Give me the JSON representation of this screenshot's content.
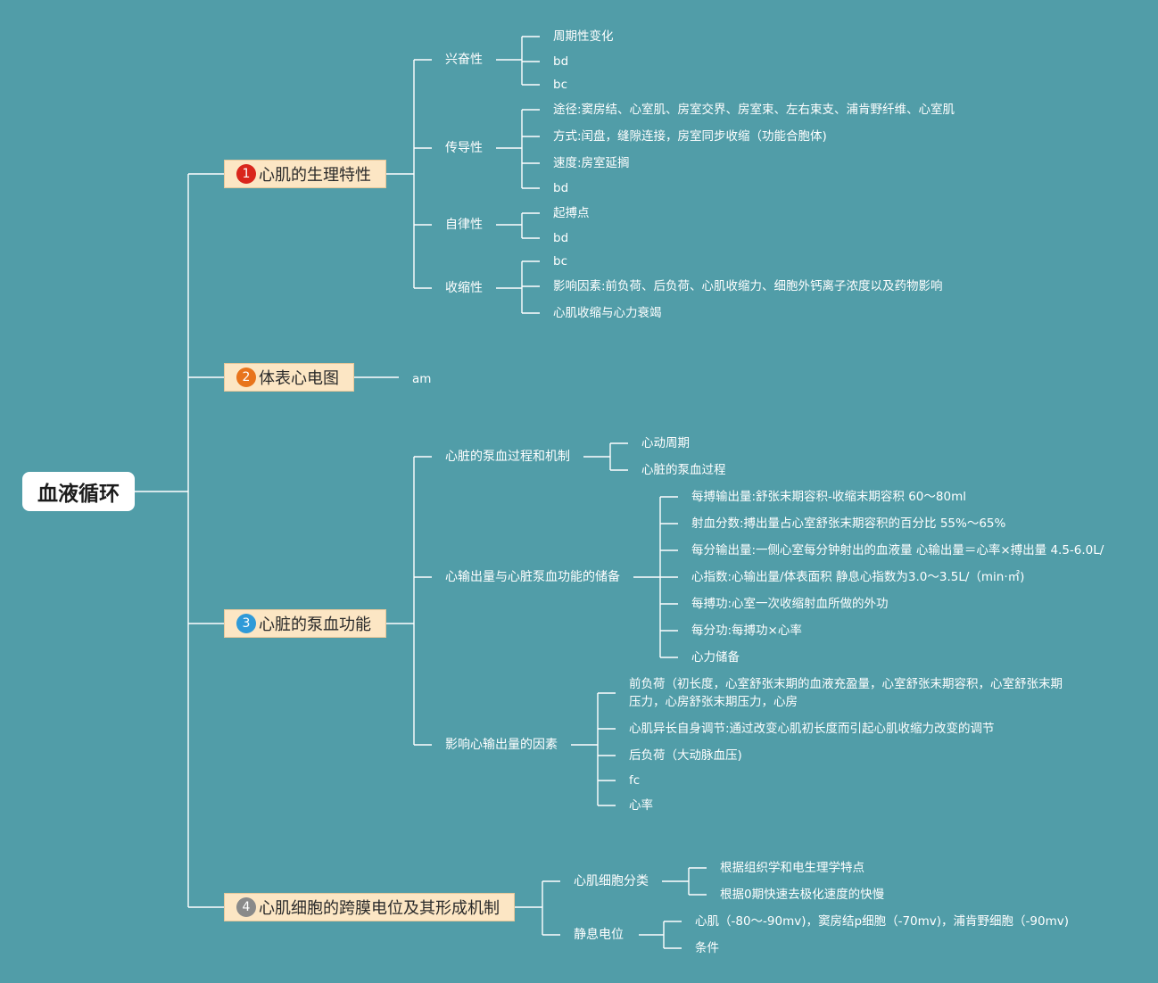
{
  "root": {
    "label": "血液循环"
  },
  "branches": [
    {
      "number": "1",
      "badge_color": "#d9261c",
      "label": "心肌的生理特性",
      "children": [
        {
          "label": "兴奋性",
          "children": [
            "周期性变化",
            "bd",
            "bc"
          ]
        },
        {
          "label": "传导性",
          "children": [
            "途径:窦房结、心室肌、房室交界、房室束、左右束支、浦肯野纤维、心室肌",
            "方式:闰盘，缝隙连接，房室同步收缩（功能合胞体)",
            "速度:房室延搁",
            "bd"
          ]
        },
        {
          "label": "自律性",
          "children": [
            "起搏点",
            "bd"
          ]
        },
        {
          "label": "收缩性",
          "children": [
            "bc",
            "影响因素:前负荷、后负荷、心肌收缩力、细胞外钙离子浓度以及药物影响",
            "心肌收缩与心力衰竭"
          ]
        }
      ]
    },
    {
      "number": "2",
      "badge_color": "#e8741c",
      "label": "体表心电图",
      "children": [
        {
          "label": "am",
          "children": []
        }
      ]
    },
    {
      "number": "3",
      "badge_color": "#2f9ad8",
      "label": "心脏的泵血功能",
      "children": [
        {
          "label": "心脏的泵血过程和机制",
          "children": [
            "心动周期",
            "心脏的泵血过程"
          ]
        },
        {
          "label": "心输出量与心脏泵血功能的储备",
          "children": [
            "每搏输出量:舒张末期容积-收缩末期容积 60～80ml",
            "射血分数:搏出量占心室舒张末期容积的百分比 55%～65%",
            "每分输出量:一侧心室每分钟射出的血液量 心输出量＝心率×搏出量 4.5-6.0L/",
            "心指数:心输出量/体表面积 静息心指数为3.0～3.5L/（min·㎡)",
            "每搏功:心室一次收缩射血所做的外功",
            "每分功:每搏功×心率",
            "心力储备"
          ]
        },
        {
          "label": "影响心输出量的因素",
          "children": [
            "前负荷（初长度，心室舒张末期的血液充盈量，心室舒张末期容积，心室舒张末期压力，心房舒张末期压力，心房",
            "心肌异长自身调节:通过改变心肌初长度而引起心肌收缩力改变的调节",
            "后负荷（大动脉血压)",
            "fc",
            "心率"
          ]
        }
      ]
    },
    {
      "number": "4",
      "badge_color": "#8a8a8a",
      "label": "心肌细胞的跨膜电位及其形成机制",
      "children": [
        {
          "label": "心肌细胞分类",
          "children": [
            "根据组织学和电生理学特点",
            "根据0期快速去极化速度的快慢"
          ]
        },
        {
          "label": "静息电位",
          "children": [
            "心肌（-80～-90mv)，窦房结p细胞（-70mv)，浦肯野细胞（-90mv)",
            "条件"
          ]
        }
      ]
    }
  ]
}
